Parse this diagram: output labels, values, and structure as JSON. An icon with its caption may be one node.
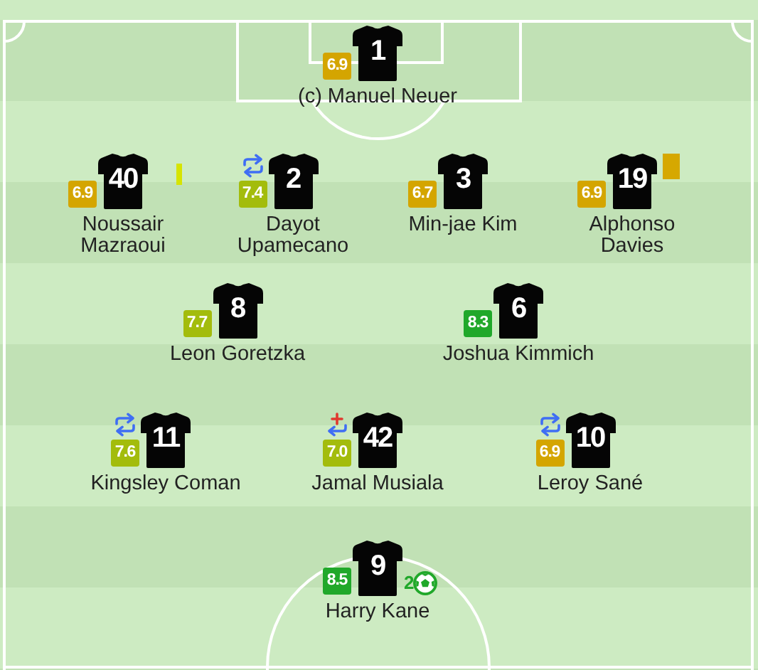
{
  "diagram": {
    "nodes": [
      {
        "text": [
          "6.9",
          "1",
          "(c) Manuel Neuer"
        ]
      },
      {
        "text": [
          "6.9",
          "40",
          "Noussair Mazraoui"
        ]
      },
      {
        "text": [
          "7.4",
          "2",
          "Dayot Upamecano"
        ]
      },
      {
        "text": [
          "6.7",
          "3",
          "Min-jae Kim"
        ]
      },
      {
        "text": [
          "6.9",
          "19",
          "Alphonso Davies"
        ]
      },
      {
        "text": [
          "7.7",
          "8",
          "Leon Goretzka"
        ]
      },
      {
        "text": [
          "8.3",
          "6",
          "Joshua Kimmich"
        ]
      },
      {
        "text": [
          "7.6",
          "11",
          "Kingsley Coman"
        ]
      },
      {
        "text": [
          "7.0",
          "42",
          "Jamal Musiala"
        ]
      },
      {
        "text": [
          "6.9",
          "10",
          "Leroy Sané"
        ]
      },
      {
        "text": [
          "8.5",
          "9",
          "2",
          "Harry Kane"
        ]
      }
    ]
  }
}
